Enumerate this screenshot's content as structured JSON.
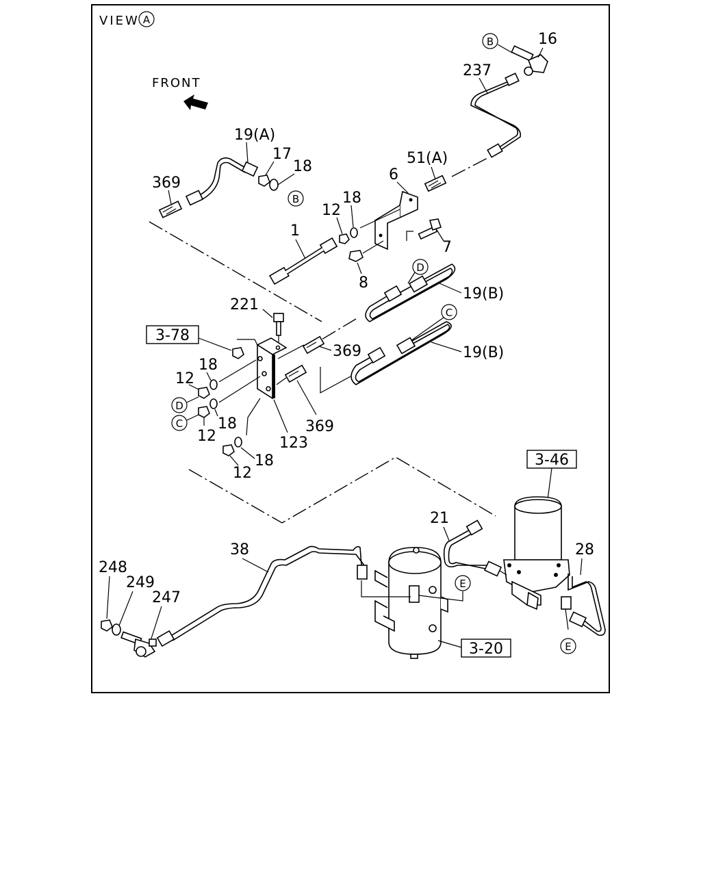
{
  "view_label": "VIEW",
  "view_letter": "A",
  "front_label": "FRONT",
  "callouts": {
    "c16": "16",
    "c237": "237",
    "c19a": "19(A)",
    "c17": "17",
    "c18_top": "18",
    "c369_top": "369",
    "c51a": "51(A)",
    "c6": "6",
    "c12_mid": "12",
    "c18_mid": "18",
    "c1": "1",
    "c7": "7",
    "c8": "8",
    "c19b_upper": "19(B)",
    "c221": "221",
    "c369_a": "369",
    "c19b_lower": "19(B)",
    "c18_l1": "18",
    "c12_l1": "12",
    "c18_l2": "18",
    "c12_l2": "12",
    "c369_b": "369",
    "c123": "123",
    "c18_l3": "18",
    "c12_l3": "12",
    "c21": "21",
    "c38": "38",
    "c248": "248",
    "c249": "249",
    "c247": "247",
    "c28": "28"
  },
  "refs": {
    "r378": "3-78",
    "r346": "3-46",
    "r320": "3-20"
  },
  "circles": {
    "b_top": "B",
    "b_mid": "B",
    "d_upper": "D",
    "c_upper": "C",
    "d_left": "D",
    "c_left": "C",
    "e_tank": "E",
    "e_right": "E"
  }
}
